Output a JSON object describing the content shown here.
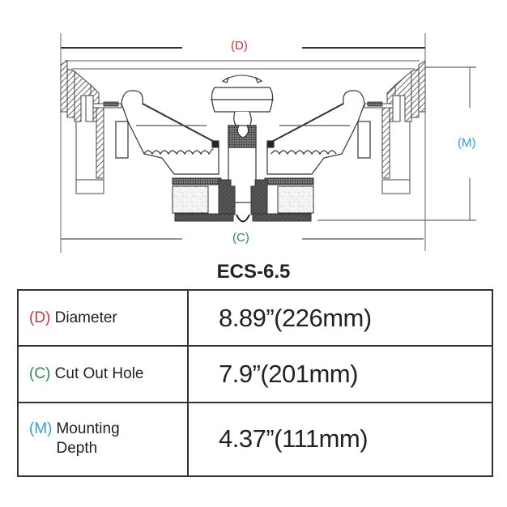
{
  "diagram": {
    "title": "Speaker cross-section dimension diagram",
    "labels": {
      "diameter": "(D)",
      "cutout": "(C)",
      "mounting": "(M)"
    },
    "colors": {
      "diameter": "#d0323a",
      "cutout": "#2e8b4a",
      "mounting": "#2a9fd8",
      "line": "#555555"
    }
  },
  "model": {
    "name": "ECS-6.5"
  },
  "specs": {
    "rows": [
      {
        "letter": "(D)",
        "label": "Diameter",
        "value": "8.89”(226mm)",
        "color": "#d0323a"
      },
      {
        "letter": "(C)",
        "label": "Cut Out Hole",
        "value": "7.9”(201mm)",
        "color": "#2e8b4a"
      },
      {
        "letter": "(M)",
        "label_line1": "Mounting",
        "label_line2": "Depth",
        "value": "4.37”(111mm)",
        "color": "#2a9fd8"
      }
    ]
  }
}
